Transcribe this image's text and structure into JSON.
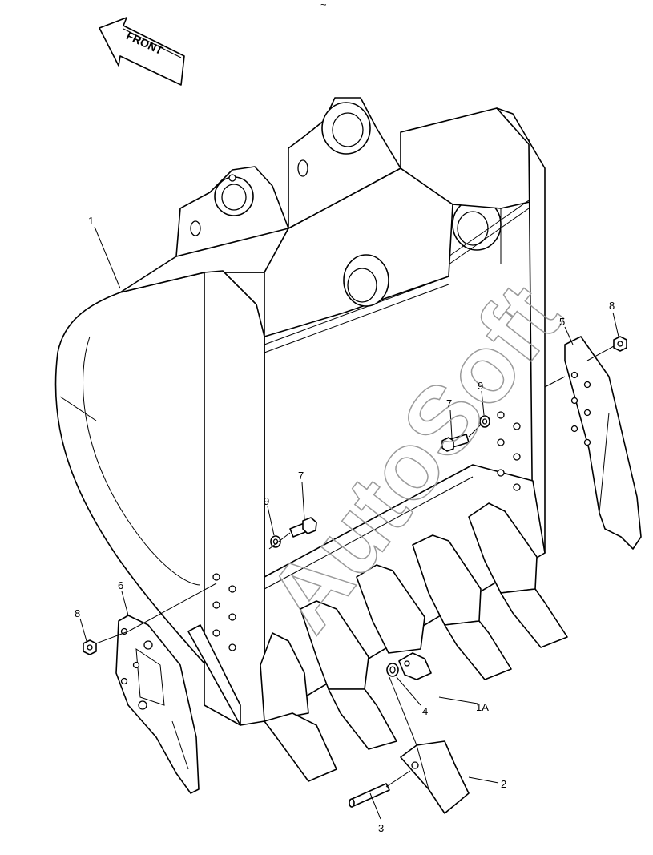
{
  "front_arrow": {
    "label": "FRONT"
  },
  "watermark": {
    "text": "AutoSoft"
  },
  "top_mark": {
    "text": "~"
  },
  "callouts": {
    "bucket": "1",
    "adapter": "1A",
    "tooth_point": "2",
    "pin": "3",
    "lock_washer": "4",
    "side_cutter_right": "5",
    "side_cutter_left": "6",
    "bolt_right": "7",
    "bolt_left": "7",
    "nut_right": "8",
    "nut_left": "8",
    "washer_right": "9",
    "washer_left": "9"
  }
}
